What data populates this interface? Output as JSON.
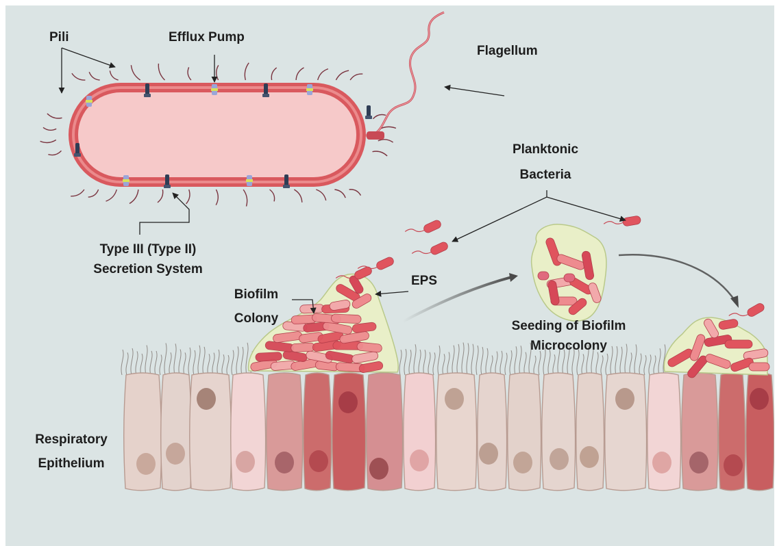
{
  "colors": {
    "background": "#dbe4e4",
    "cell_membrane": "#d9595e",
    "cytoplasm": "#f6c9c9",
    "eps_matrix": "#e9efc8",
    "bacteria": "#e0545e"
  },
  "labels": {
    "pili": "Pili",
    "efflux_pump": "Efflux Pump",
    "flagellum": "Flagellum",
    "type3_line1": "Type III (Type II)",
    "type3_line2": "Secretion System",
    "planktonic_line1": "Planktonic",
    "planktonic_line2": "Bacteria",
    "eps": "EPS",
    "biofilm_line1": "Biofilm",
    "biofilm_line2": "Colony",
    "seeding_line1": "Seeding of Biofilm",
    "seeding_line2": "Microcolony",
    "resp_line1": "Respiratory",
    "resp_line2": "Epithelium"
  }
}
